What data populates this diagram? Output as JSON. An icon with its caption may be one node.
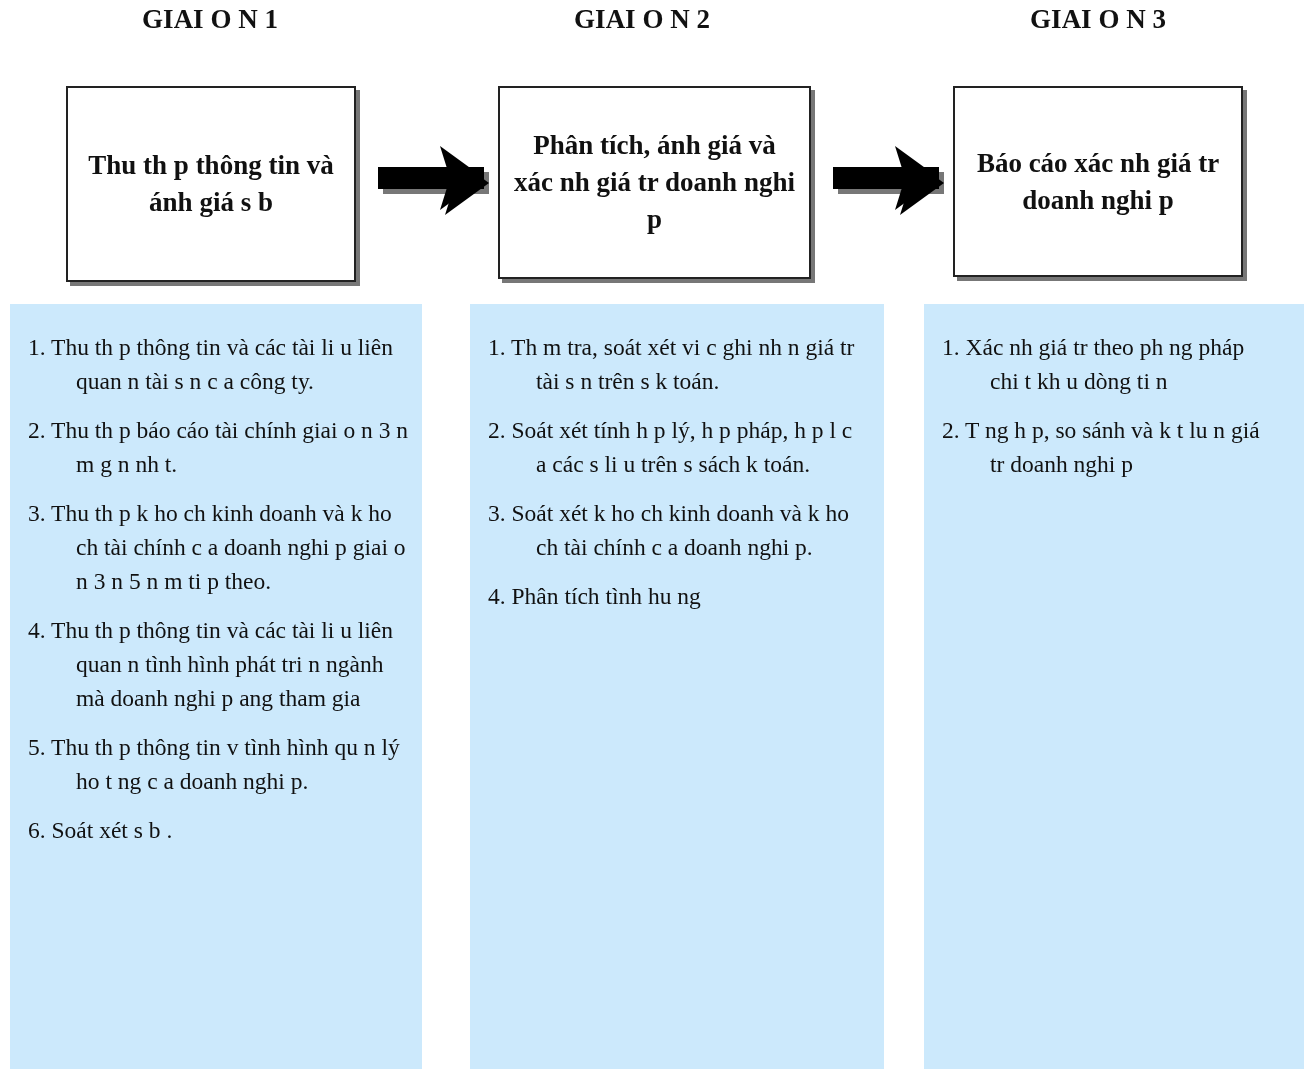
{
  "diagram": {
    "nodes": [
      {
        "text": [
          "Thu th p thông tin và ánh giá s b"
        ]
      },
      {
        "text": [
          "Phân tích, ánh giá và xác nh giá tr doanh nghi p"
        ]
      },
      {
        "text": [
          "Báo cáo xác nh giá tr doanh nghi p"
        ]
      },
      {
        "text": [
          "1. Thu th p thông tin và các tài li u liên quan n tài s n c a công ty.",
          "2. Thu th p báo cáo tài chính giai o n 3 n m g n nh t.",
          "3. Thu th p k ho ch kinh doanh và k ho ch tài chính c a doanh nghi p giai o n 3 n 5 n m ti p theo.",
          "4. Thu th p thông tin và các tài li u liên quan n tình hình phát tri n ngành mà doanh nghi p ang tham gia",
          "5. Thu th p thông tin v tình hình qu n lý ho t ng c a doanh nghi p.",
          "6. Soát xét s b ."
        ]
      },
      {
        "text": [
          "1. Th m tra, soát xét vi c ghi nh n giá tr tài s n trên s k toán.",
          "2. Soát xét tính h p lý, h p pháp, h p l c a các s li u trên s sách k toán.",
          "3. Soát xét k ho ch kinh doanh và k ho ch tài chính c a doanh nghi p.",
          "4. Phân tích tình hu ng"
        ]
      },
      {
        "text": [
          "1. Xác nh giá tr theo ph ng pháp chi t kh u dòng ti n",
          "2. T ng h p, so sánh và k t lu n giá tr doanh nghi p"
        ]
      }
    ],
    "edges": [
      {
        "from": 0,
        "to": 1,
        "arrow": "to"
      },
      {
        "from": 1,
        "to": 2,
        "arrow": "to"
      }
    ],
    "labels": [
      "GIAI O N 1",
      "GIAI O N 2",
      "GIAI O N 3"
    ]
  }
}
